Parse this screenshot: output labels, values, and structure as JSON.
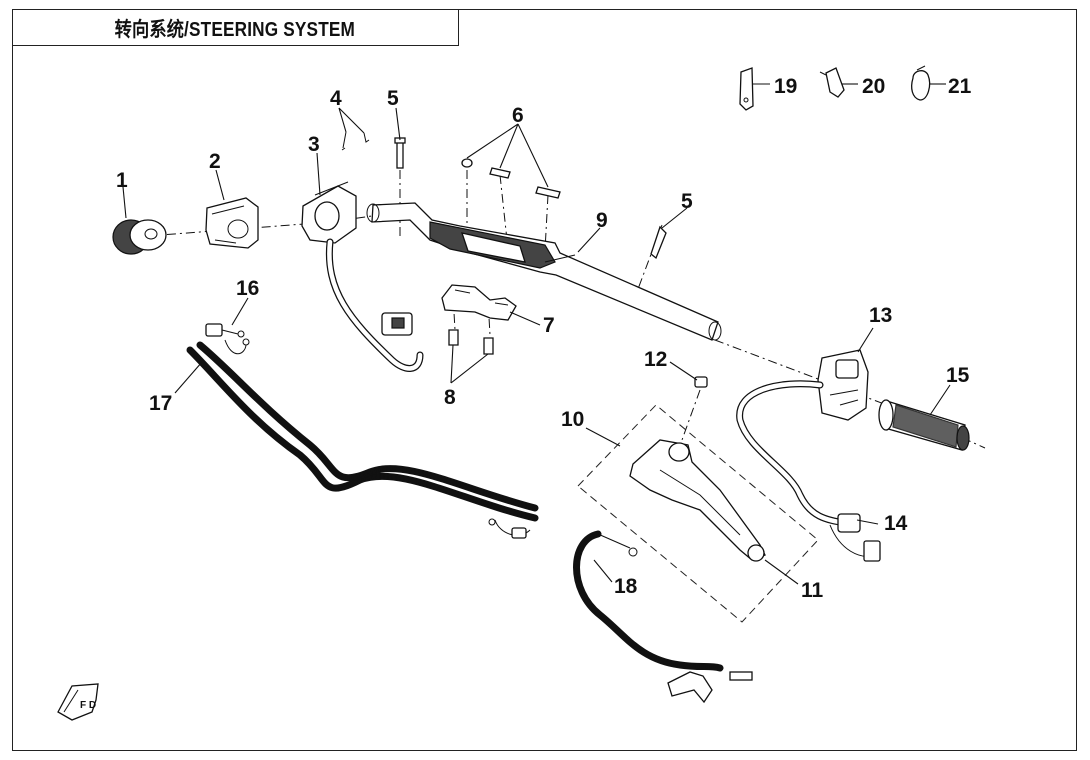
{
  "title": "转向系统/STEERING SYSTEM",
  "callouts": {
    "c1": "1",
    "c2": "2",
    "c3": "3",
    "c4": "4",
    "c5a": "5",
    "c5b": "5",
    "c6": "6",
    "c7": "7",
    "c8": "8",
    "c9": "9",
    "c10": "10",
    "c11": "11",
    "c12": "12",
    "c13": "13",
    "c14": "14",
    "c15": "15",
    "c16": "16",
    "c17": "17",
    "c18": "18",
    "c19": "19",
    "c20": "20",
    "c21": "21"
  },
  "forward_marker": {
    "letters": "F D"
  }
}
